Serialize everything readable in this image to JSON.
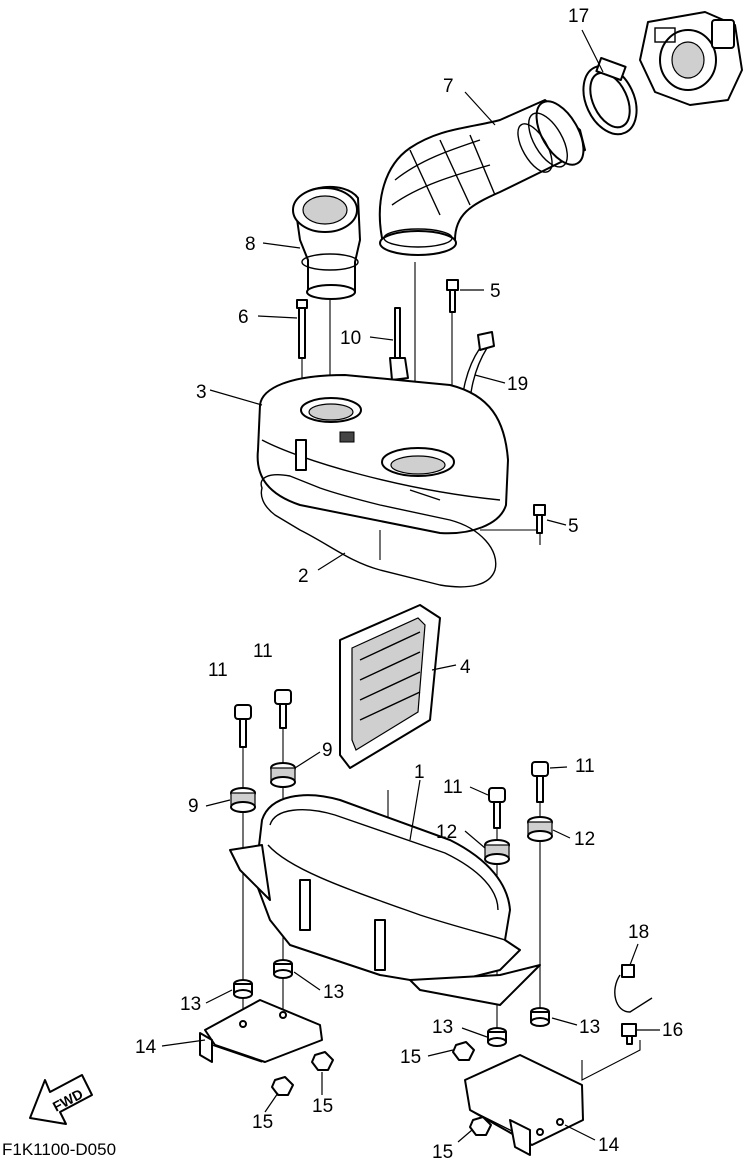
{
  "diagram": {
    "drawing_code": "F1K1100-D050",
    "fwd_label": "FWD",
    "callouts": [
      "1",
      "2",
      "3",
      "4",
      "5",
      "5",
      "6",
      "7",
      "8",
      "9",
      "9",
      "10",
      "11",
      "11",
      "11",
      "11",
      "12",
      "12",
      "13",
      "13",
      "13",
      "13",
      "14",
      "14",
      "15",
      "15",
      "15",
      "15",
      "16",
      "17",
      "18",
      "19"
    ]
  }
}
